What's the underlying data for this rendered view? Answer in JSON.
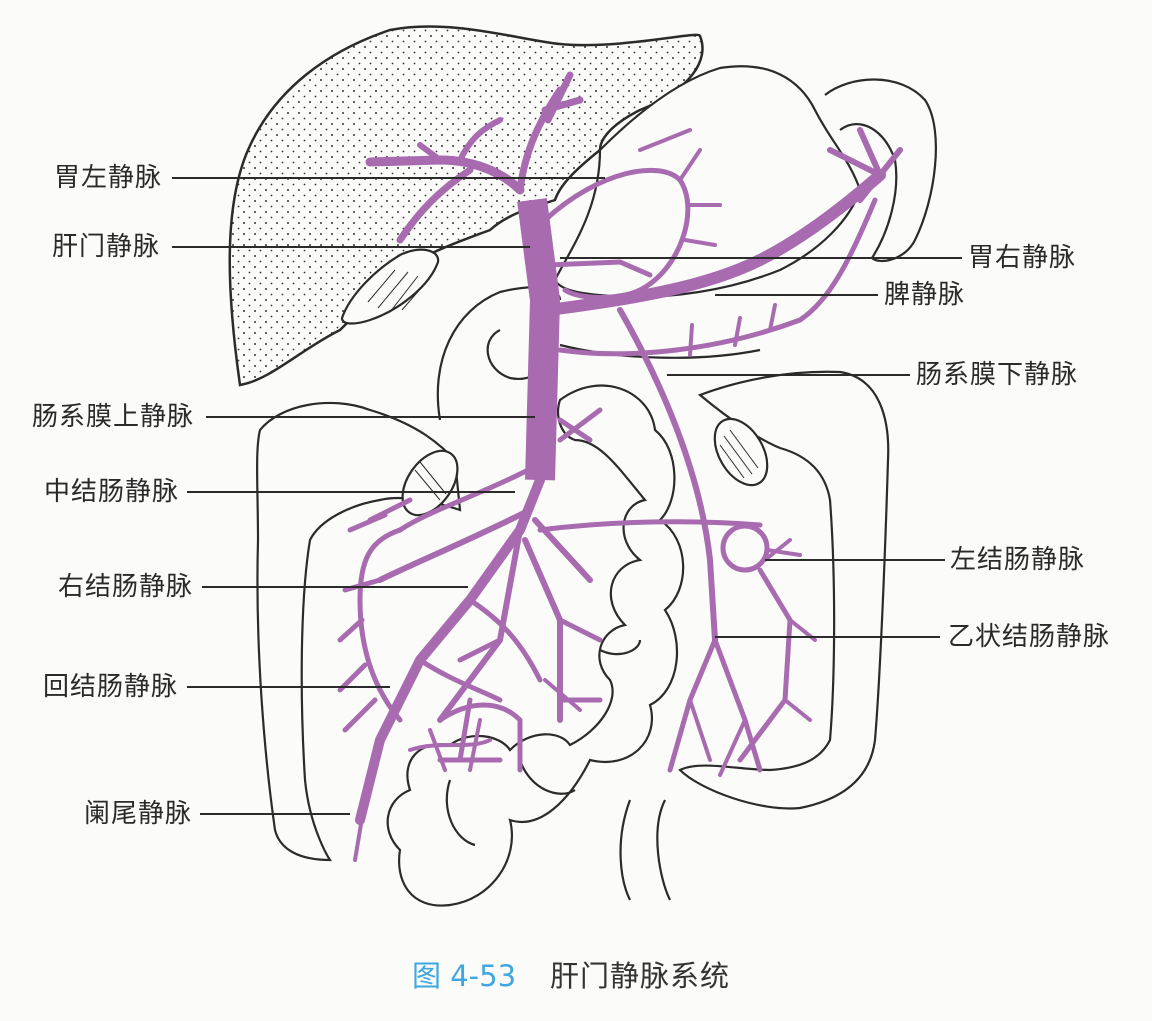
{
  "figure": {
    "caption_number": "图 4-53",
    "caption_title": "肝门静脉系统",
    "colors": {
      "vein": "#a86bb0",
      "outline": "#2b2b2b",
      "caption_number": "#3ea7df",
      "background": "#fbfbf9"
    }
  },
  "labels": {
    "left": [
      {
        "id": "left_gastric_vein",
        "text": "胃左静脉"
      },
      {
        "id": "hepatic_portal_vein",
        "text": "肝门静脉"
      },
      {
        "id": "superior_mesenteric_vein",
        "text": "肠系膜上静脉"
      },
      {
        "id": "middle_colic_vein",
        "text": "中结肠静脉"
      },
      {
        "id": "right_colic_vein",
        "text": "右结肠静脉"
      },
      {
        "id": "ileocolic_vein",
        "text": "回结肠静脉"
      },
      {
        "id": "appendicular_vein",
        "text": "阑尾静脉"
      }
    ],
    "right": [
      {
        "id": "right_gastric_vein",
        "text": "胃右静脉"
      },
      {
        "id": "splenic_vein",
        "text": "脾静脉"
      },
      {
        "id": "inferior_mesenteric_vein",
        "text": "肠系膜下静脉"
      },
      {
        "id": "left_colic_vein",
        "text": "左结肠静脉"
      },
      {
        "id": "sigmoid_vein",
        "text": "乙状结肠静脉"
      }
    ]
  }
}
